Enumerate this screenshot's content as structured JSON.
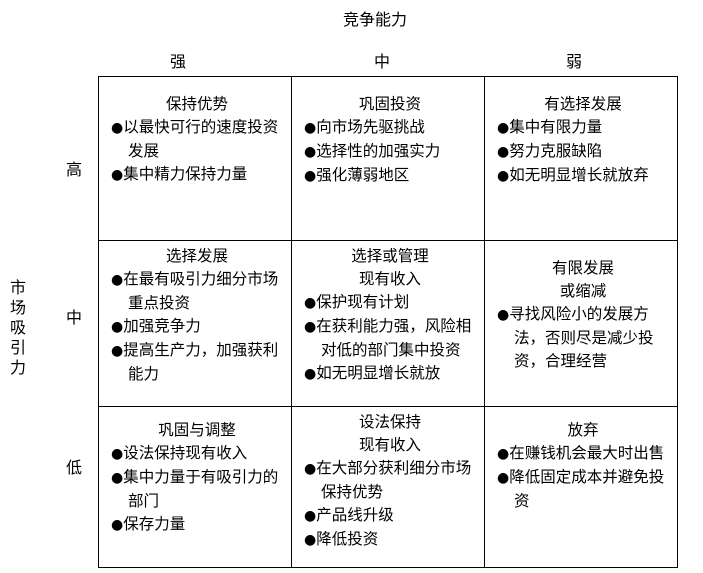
{
  "axes": {
    "top_title": "竞争能力",
    "left_title": "市场吸引力",
    "columns": [
      "强",
      "中",
      "弱"
    ],
    "rows": [
      "高",
      "中",
      "低"
    ]
  },
  "bullet_char": "●",
  "cells": [
    [
      {
        "title": [
          "保持优势"
        ],
        "items": [
          "以最快可行的速度投资发展",
          "集中精力保持力量"
        ]
      },
      {
        "title": [
          "巩固投资"
        ],
        "items": [
          "向市场先驱挑战",
          "选择性的加强实力",
          "强化薄弱地区"
        ]
      },
      {
        "title": [
          "有选择发展"
        ],
        "items": [
          "集中有限力量",
          "努力克服缺陷",
          "如无明显增长就放弃"
        ]
      }
    ],
    [
      {
        "title": [
          "选择发展"
        ],
        "items": [
          "在最有吸引力细分市场重点投资",
          "加强竞争力",
          "提高生产力，加强获利能力"
        ]
      },
      {
        "title": [
          "选择或管理",
          "现有收入"
        ],
        "items": [
          "保护现有计划",
          "在获利能力强，风险相对低的部门集中投资",
          "如无明显增长就放"
        ]
      },
      {
        "title": [
          "有限发展",
          "或缩减"
        ],
        "items": [
          "寻找风险小的发展方法，否则尽是减少投资，合理经营"
        ]
      }
    ],
    [
      {
        "title": [
          "巩固与调整"
        ],
        "items": [
          "设法保持现有收入",
          "集中力量于有吸引力的部门",
          "保存力量"
        ]
      },
      {
        "title": [
          "设法保持",
          "现有收入"
        ],
        "items": [
          "在大部分获利细分市场保持优势",
          "产品线升级",
          "降低投资"
        ]
      },
      {
        "title": [
          "放弃"
        ],
        "items": [
          "在赚钱机会最大时出售",
          "降低固定成本并避免投资"
        ]
      }
    ]
  ]
}
